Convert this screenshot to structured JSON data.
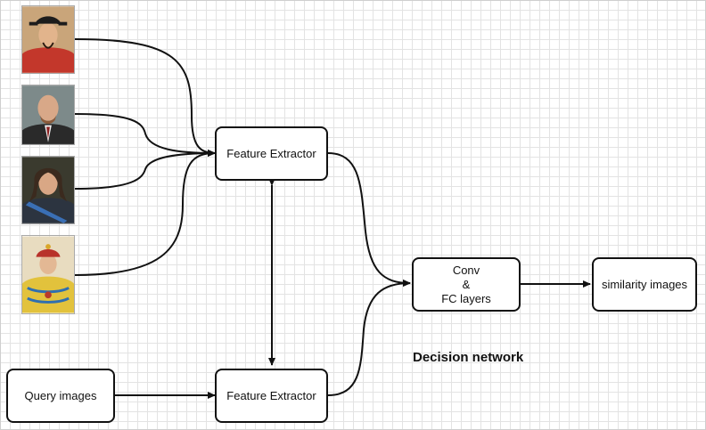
{
  "nodes": {
    "feature_extractor_top": "Feature Extractor",
    "feature_extractor_bottom": "Feature Extractor",
    "query_images": "Query images",
    "conv_line1": "Conv",
    "conv_line2": "&",
    "conv_line3": "FC layers",
    "similarity_images": "similarity images"
  },
  "caption": "Decision network",
  "portraits": [
    {
      "name": "portrait-emperor-red-robe",
      "robe_color": "#c3372b"
    },
    {
      "name": "portrait-man-dark-suit",
      "robe_color": "#2a2a2a"
    },
    {
      "name": "portrait-man-armor",
      "robe_color": "#2c3440"
    },
    {
      "name": "portrait-emperor-yellow-robe",
      "robe_color": "#e2c23c"
    }
  ]
}
